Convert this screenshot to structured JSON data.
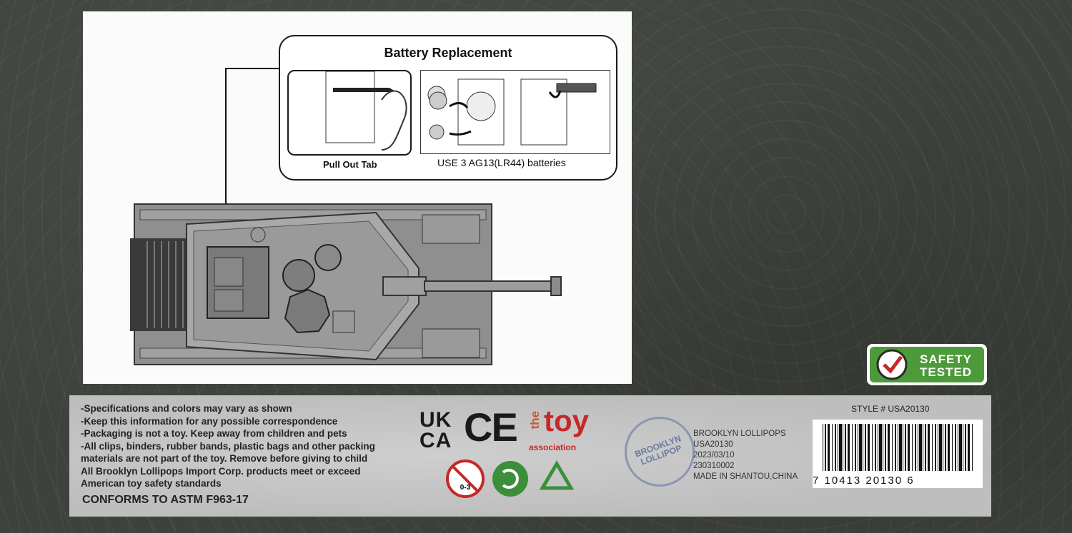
{
  "callout": {
    "title": "Battery Replacement",
    "left_caption": "Pull Out Tab",
    "right_caption": "USE 3 AG13(LR44)  batteries"
  },
  "warnings": [
    "-Specifications and colors may vary as shown",
    "-Keep this information for any possible correspondence",
    "-Packaging is not a toy. Keep away from children and pets",
    "-All clips, binders, rubber bands, plastic bags and other packing",
    "materials are not part of the toy. Remove before giving to child",
    "All Brooklyn Lollipops Import Corp. products meet or exceed",
    "American toy safety standards"
  ],
  "conformance": "CONFORMS TO ASTM F963-17",
  "logos": {
    "ukca_line1": "UK",
    "ukca_line2": "CA",
    "ce": "CE",
    "toy_the": "the",
    "toy_word": "toy",
    "toy_assoc": "association",
    "age_warning": "0-3"
  },
  "brand": {
    "line1": "BROOKLYN",
    "line2": "LOLLIPOP"
  },
  "info": [
    "BROOKLYN LOLLIPOPS",
    "USA20130",
    "2023/03/10",
    "230310002",
    "MADE IN SHANTOU,CHINA"
  ],
  "style_number": "STYLE # USA20130",
  "barcode_digits": "7  10413  20130  6",
  "safety": {
    "line1": "SAFETY",
    "line2": "TESTED",
    "color": "#4d9a3a"
  }
}
